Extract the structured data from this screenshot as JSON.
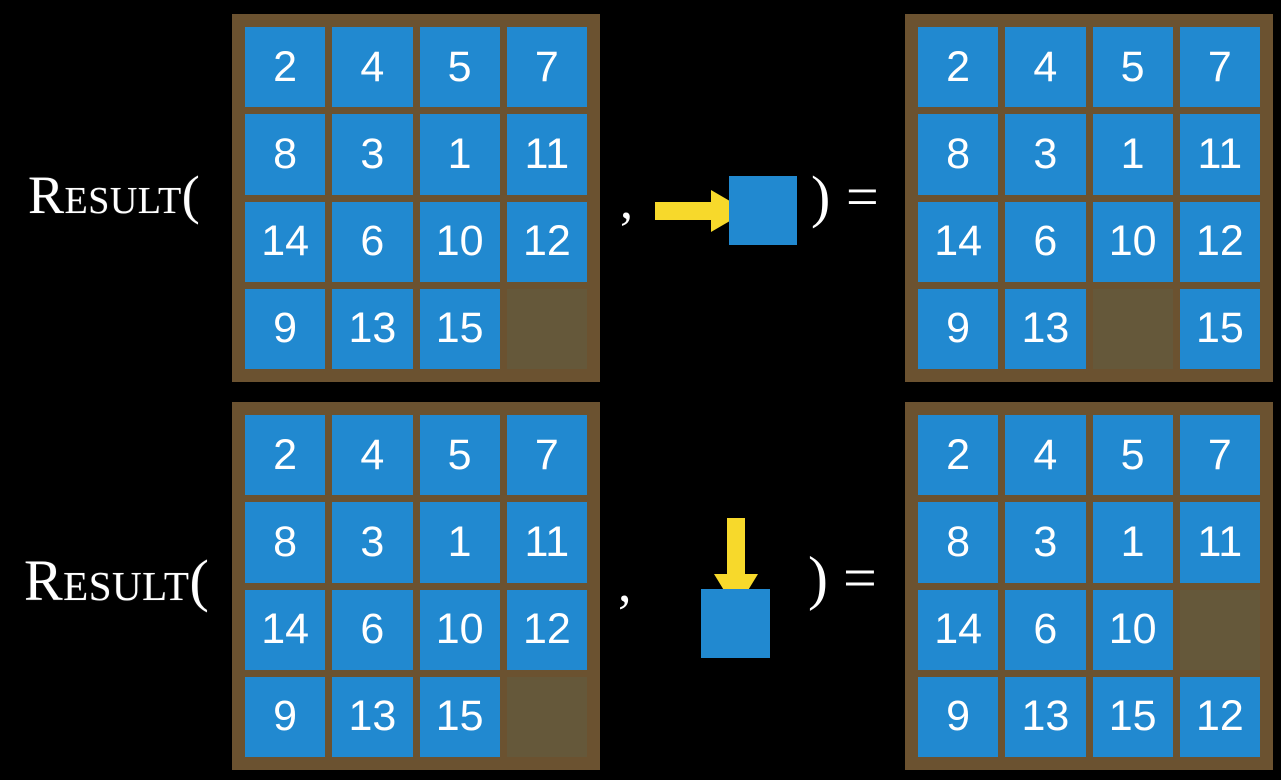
{
  "page": {
    "background_color": "#000000",
    "title": "Result function applied to 15-puzzle states"
  },
  "colors": {
    "tile": "#2189d0",
    "board_frame": "#6b5230",
    "empty_cell": "#65583a",
    "arrow": "#f7d92b",
    "text": "#ffffff"
  },
  "labels": {
    "result_open": "Result(",
    "comma": ",",
    "close_paren": ")",
    "equals": "="
  },
  "rows": [
    {
      "id": "row-move-right",
      "label": "Result(",
      "input_board": {
        "name": "initial-state-top",
        "rows": 4,
        "cols": 4,
        "cells": [
          [
            "2",
            "4",
            "5",
            "7"
          ],
          [
            "8",
            "3",
            "1",
            "11"
          ],
          [
            "14",
            "6",
            "10",
            "12"
          ],
          [
            "9",
            "13",
            "15",
            ""
          ]
        ]
      },
      "action": {
        "name": "move-right",
        "arrow_direction": "right",
        "arrow_color": "#f7d92b",
        "square_color": "#2189d0"
      },
      "output_board": {
        "name": "result-state-top",
        "rows": 4,
        "cols": 4,
        "cells": [
          [
            "2",
            "4",
            "5",
            "7"
          ],
          [
            "8",
            "3",
            "1",
            "11"
          ],
          [
            "14",
            "6",
            "10",
            "12"
          ],
          [
            "9",
            "13",
            "",
            "15"
          ]
        ]
      }
    },
    {
      "id": "row-move-down",
      "label": "Result(",
      "input_board": {
        "name": "initial-state-bottom",
        "rows": 4,
        "cols": 4,
        "cells": [
          [
            "2",
            "4",
            "5",
            "7"
          ],
          [
            "8",
            "3",
            "1",
            "11"
          ],
          [
            "14",
            "6",
            "10",
            "12"
          ],
          [
            "9",
            "13",
            "15",
            ""
          ]
        ]
      },
      "action": {
        "name": "move-down",
        "arrow_direction": "down",
        "arrow_color": "#f7d92b",
        "square_color": "#2189d0"
      },
      "output_board": {
        "name": "result-state-bottom",
        "rows": 4,
        "cols": 4,
        "cells": [
          [
            "2",
            "4",
            "5",
            "7"
          ],
          [
            "8",
            "3",
            "1",
            "11"
          ],
          [
            "14",
            "6",
            "10",
            ""
          ],
          [
            "9",
            "13",
            "15",
            "12"
          ]
        ]
      }
    }
  ]
}
